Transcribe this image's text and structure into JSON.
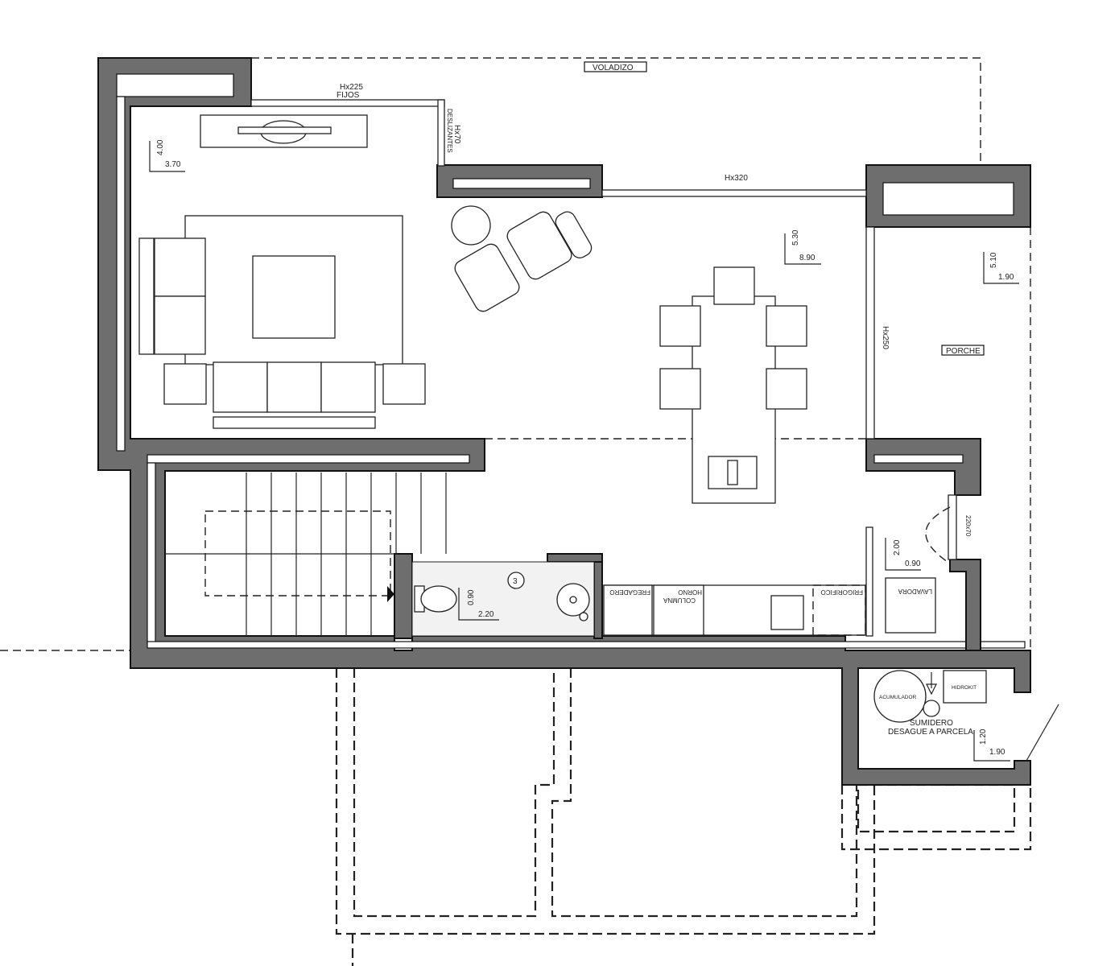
{
  "labels": {
    "voladizo": "VOLADIZO",
    "hx225": "Hx225",
    "fijos": "FIJOS",
    "hx70": "Hx70",
    "deslizantes": "DESLIZANTES",
    "living_dim_a": "4.00",
    "living_dim_b": "3.70",
    "hx320": "Hx320",
    "main_dim_a": "5.30",
    "main_dim_b": "8.90",
    "porch_dim_a": "5.10",
    "porch_dim_b": "1.90",
    "hx250": "Hx250",
    "porche": "PORCHE",
    "door_220x70": "220x70",
    "hall_dim_a": "2.00",
    "hall_dim_b": "0.90",
    "bath_number": "3",
    "bath_dim_a": "0.90",
    "bath_dim_b": "2.20",
    "fregadero": "FREGADERO",
    "horno_columna": "HORNO",
    "columna": "COLUMNA",
    "frigorifico": "FRIGORIFICO",
    "lavadora": "LAVADORA",
    "acumulador": "ACUMULADOR",
    "hidrokit": "HIDROKIT",
    "sumidero": "SUMIDERO",
    "desague": "DESAGUE A PARCELA",
    "util_dim_a": "1.20",
    "util_dim_b": "1.90"
  },
  "colors": {
    "wall": "#6e6e6e",
    "line": "#222222",
    "background": "#ffffff"
  }
}
